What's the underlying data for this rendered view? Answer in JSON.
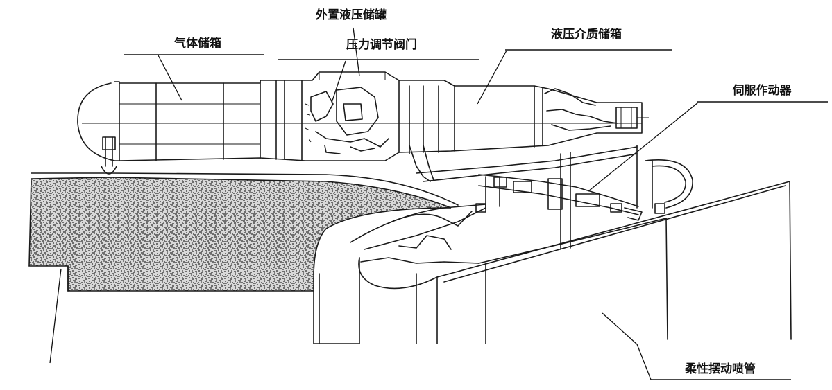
{
  "labels": {
    "external_hydraulic_tank": "外置液压储罐",
    "gas_tank": "气体储箱",
    "pressure_valve": "压力调节阀门",
    "hydraulic_medium_tank": "液压介质储箱",
    "servo_actuator": "伺服作动器",
    "flexible_nozzle": "柔性摆动喷管"
  },
  "colors": {
    "ink": "#1a1a1a",
    "propellant_fill": "#9a9a9a",
    "background": "#ffffff"
  }
}
